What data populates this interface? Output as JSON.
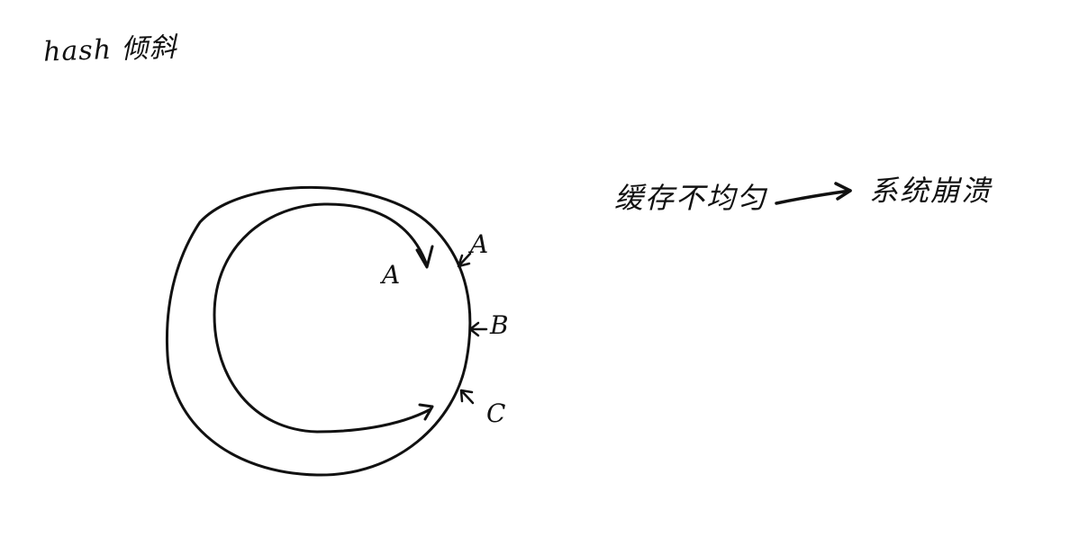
{
  "title": "hash 倾斜",
  "ring": {
    "nodes": [
      {
        "id": "node-a-outer",
        "label": "A"
      },
      {
        "id": "node-b",
        "label": "B"
      },
      {
        "id": "node-c",
        "label": "C"
      }
    ],
    "inner_label": "A"
  },
  "effect": {
    "cause": "缓存不均匀",
    "result": "系统崩溃"
  },
  "colors": {
    "ink": "#111111",
    "background": "#ffffff"
  }
}
